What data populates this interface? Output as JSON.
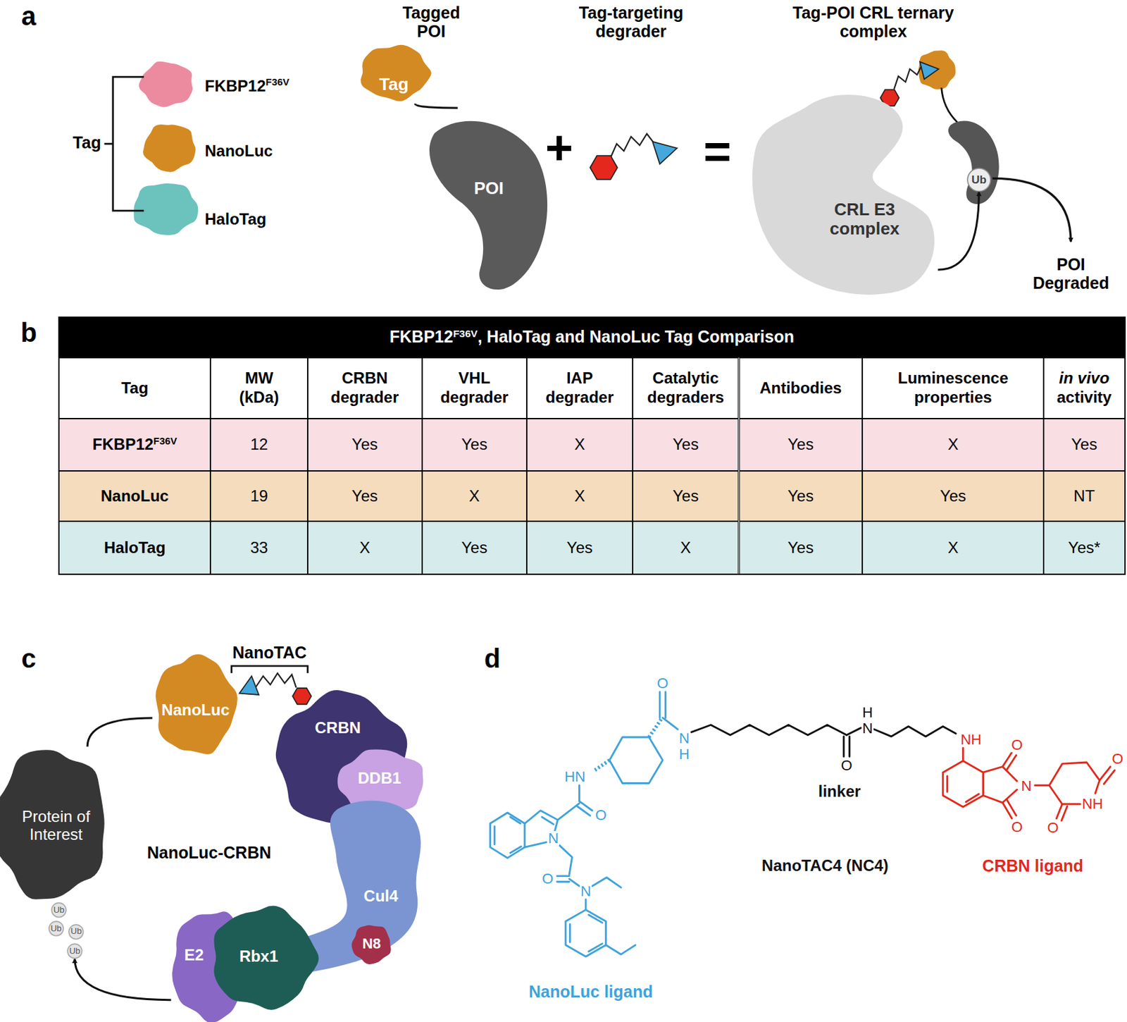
{
  "diagram": {
    "nodes": [
      {
        "text": [
          "Tag"
        ]
      },
      {
        "text": [
          "POI"
        ]
      },
      {
        "text": [
          "CRL E3 complex"
        ]
      },
      {
        "text": [
          "Ub"
        ]
      },
      {
        "text": [
          "NanoLuc"
        ]
      },
      {
        "text": [
          "CRBN"
        ]
      },
      {
        "text": [
          "DDB1"
        ]
      },
      {
        "text": [
          "Protein of Interest"
        ]
      },
      {
        "text": [
          "Cul4"
        ]
      },
      {
        "text": [
          "N8"
        ]
      },
      {
        "text": [
          "Ub"
        ]
      },
      {
        "text": [
          "Ub"
        ]
      },
      {
        "text": [
          "Ub"
        ]
      },
      {
        "text": [
          "Ub"
        ]
      },
      {
        "text": [
          "E2"
        ]
      },
      {
        "text": [
          "Rbx1"
        ]
      }
    ],
    "edges": [
      {
        "from": 0,
        "to": 1,
        "arrow": "none"
      },
      {
        "from": 2,
        "to": 3,
        "arrow": "to"
      },
      {
        "from": 4,
        "to": 7,
        "arrow": "none"
      },
      {
        "from": 14,
        "to": 13,
        "arrow": "to"
      }
    ],
    "labels": [
      "a",
      "Tagged POI",
      "Tag-targeting degrader",
      "Tag-POI CRL ternary complex",
      "Tag",
      "FKBP12",
      "F36V",
      "NanoLuc",
      "HaloTag",
      "+",
      "=",
      "POI Degraded",
      "b",
      "FKBP12",
      "F36V",
      ", HaloTag and NanoLuc Tag Comparison",
      "Tag",
      "MW (kDa)",
      "CRBN degrader",
      "VHL degrader",
      "IAP degrader",
      "Catalytic degraders",
      "Antibodies",
      "Luminescence properties",
      "in vivo",
      "activity",
      "FKBP12",
      "F36V",
      "12",
      "Yes",
      "Yes",
      "X",
      "Yes",
      "Yes",
      "X",
      "Yes",
      "NanoLuc",
      "19",
      "Yes",
      "X",
      "X",
      "Yes",
      "Yes",
      "Yes",
      "NT",
      "HaloTag",
      "33",
      "X",
      "Yes",
      "Yes",
      "X",
      "Yes",
      "X",
      "Yes*",
      "c",
      "NanoTAC",
      "NanoLuc-CRBN",
      "d",
      "O",
      "N",
      "H",
      "HN",
      "O",
      "N",
      "O",
      "N",
      "H",
      "N",
      "O",
      "NH",
      "O",
      "N",
      "O",
      "O",
      "NH",
      "O",
      "linker",
      "NanoTAC4 (NC4)",
      "CRBN ligand",
      "NanoLuc ligand"
    ]
  }
}
